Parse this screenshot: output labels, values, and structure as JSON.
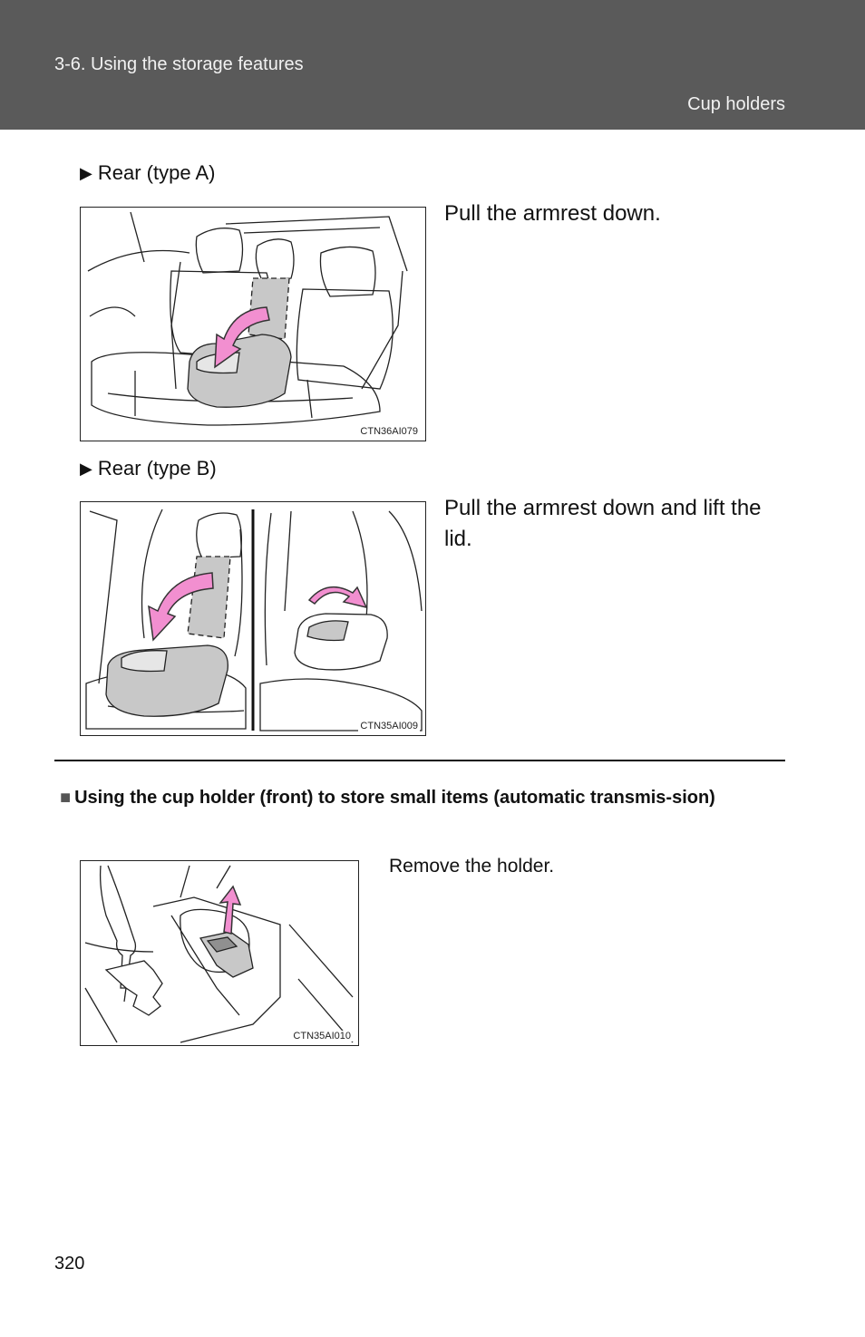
{
  "header": {
    "section": "3-6. Using the storage features",
    "topic": "Cup holders"
  },
  "rear_a": {
    "heading": "Rear (type A)",
    "instruction": "Pull the armrest down.",
    "figure_code": "CTN36AI079"
  },
  "rear_b": {
    "heading": "Rear (type B)",
    "instruction": "Pull the armrest down and lift the lid.",
    "figure_code": "CTN35AI009"
  },
  "note": {
    "heading": "Using the cup holder (front) to store small items (automatic transmis-sion)",
    "instruction": "Remove the holder.",
    "figure_code": "CTN35AI010"
  },
  "colors": {
    "header_bg": "#5a5a5a",
    "arrow_pink": "#f28fd0",
    "shade_gray": "#c8c8c8"
  },
  "page_number": "320"
}
